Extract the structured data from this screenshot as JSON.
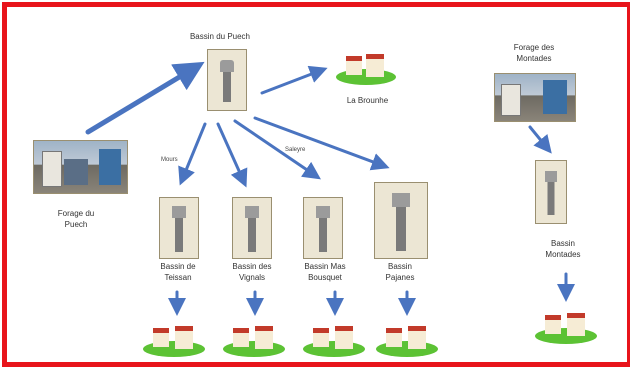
{
  "colors": {
    "frame": "#e8141b",
    "arrow": "#4a74c0",
    "grass": "#5cc234",
    "roof": "#c23a2a"
  },
  "sources": {
    "puech": {
      "label_l1": "Forage du",
      "label_l2": "Puech"
    },
    "montades": {
      "label_l1": "Forage des",
      "label_l2": "Montades"
    }
  },
  "basins": {
    "puech": {
      "label": "Bassin du Puech"
    },
    "teissan": {
      "label_l1": "Bassin de",
      "label_l2": "Teissan"
    },
    "vignals": {
      "label_l1": "Bassin des",
      "label_l2": "Vignals"
    },
    "mas_bousquet": {
      "label_l1": "Bassin Mas",
      "label_l2": "Bousquet"
    },
    "pajanes": {
      "label_l1": "Bassin",
      "label_l2": "Pajanes"
    },
    "montades": {
      "label_l1": "Bassin",
      "label_l2": "Montades"
    }
  },
  "villages": {
    "brounhe": {
      "label": "La Brounhe"
    }
  },
  "edge_labels": {
    "left": "Mours",
    "middle": "Saleyre"
  },
  "icons": [
    "borehole-photo",
    "water-tower-photo",
    "village-icon",
    "flow-arrow"
  ]
}
